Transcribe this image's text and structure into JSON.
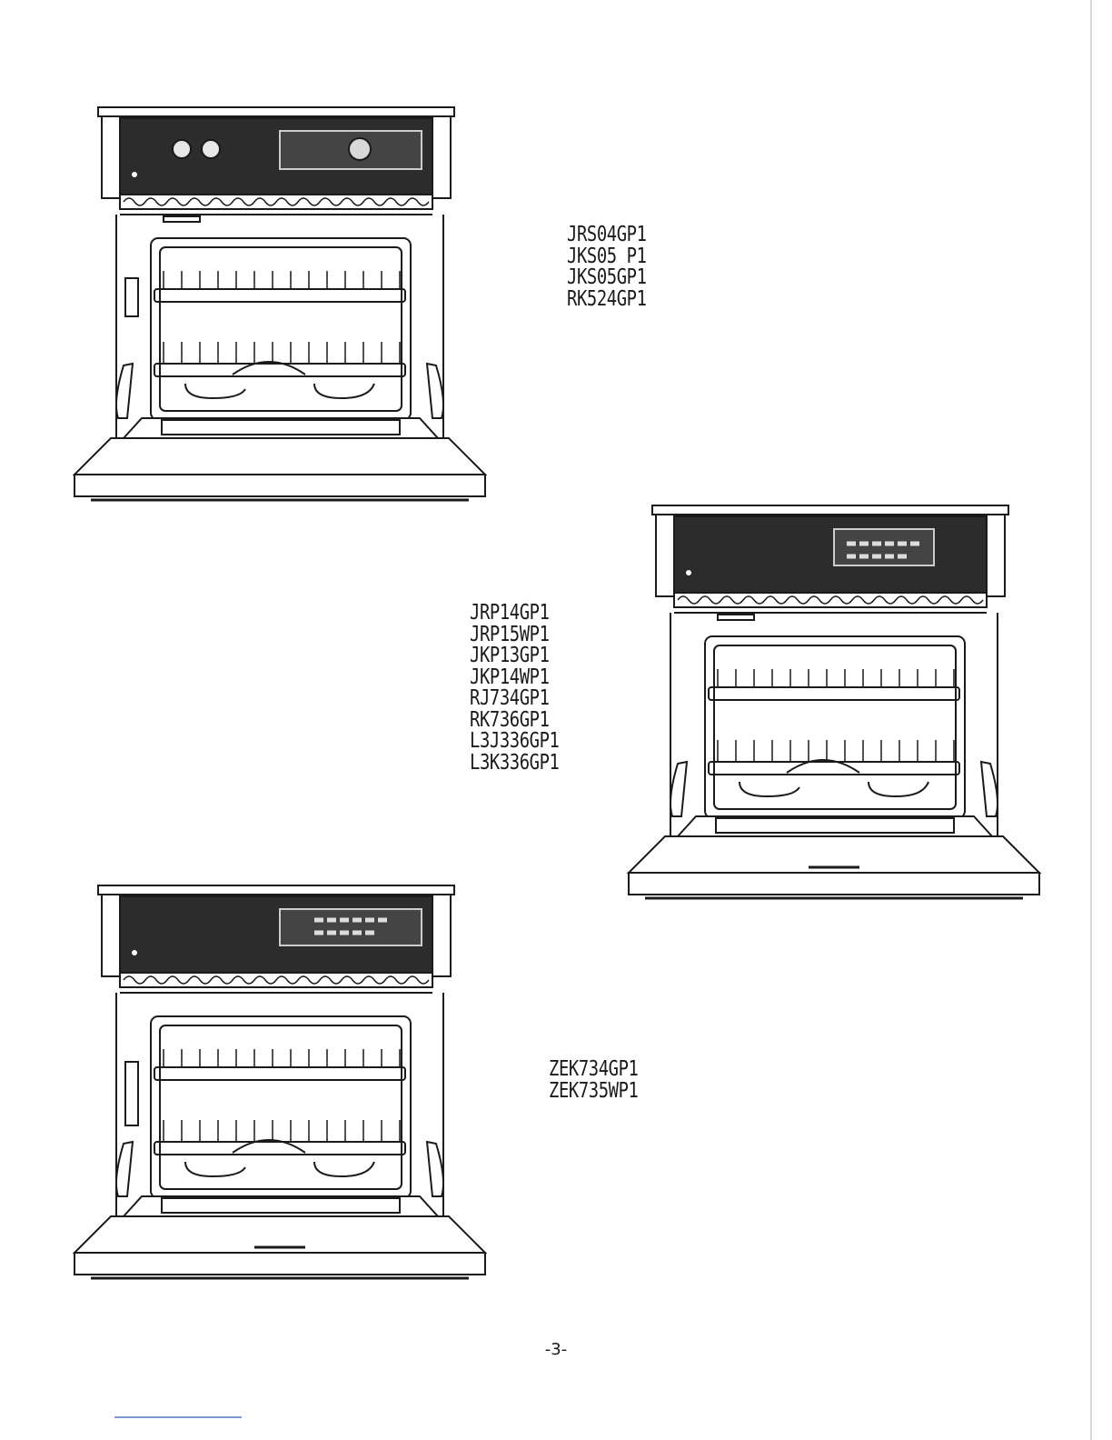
{
  "groups": [
    {
      "models": [
        "JRS04GP1",
        "JKS05 P1",
        "JKS05GP1",
        "RK524GP1"
      ]
    },
    {
      "models": [
        "JRP14GP1",
        "JRP15WP1",
        "JKP13GP1",
        "JKP14WP1",
        "RJ734GP1",
        "RK736GP1",
        "L3J336GP1",
        "L3K336GP1"
      ]
    },
    {
      "models": [
        "ZEK734GP1",
        "ZEK735WP1"
      ]
    }
  ],
  "page_number": "-3-"
}
